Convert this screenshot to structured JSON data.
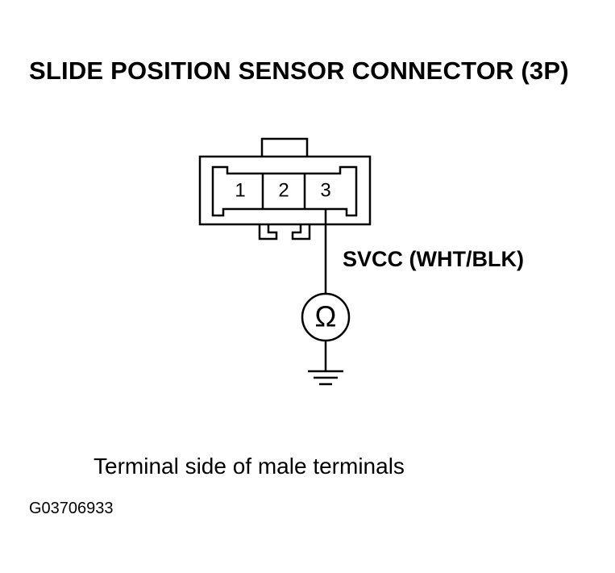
{
  "title": "SLIDE POSITION SENSOR CONNECTOR (3P)",
  "connector": {
    "terminals": [
      "1",
      "2",
      "3"
    ]
  },
  "wire_label": "SVCC (WHT/BLK)",
  "meter_symbol": "Ω",
  "caption": "Terminal side of male terminals",
  "figure_id": "G03706933",
  "icons": [
    "ohmmeter-icon",
    "ground-icon"
  ],
  "colors": {
    "line": "#000000",
    "background": "#ffffff"
  }
}
